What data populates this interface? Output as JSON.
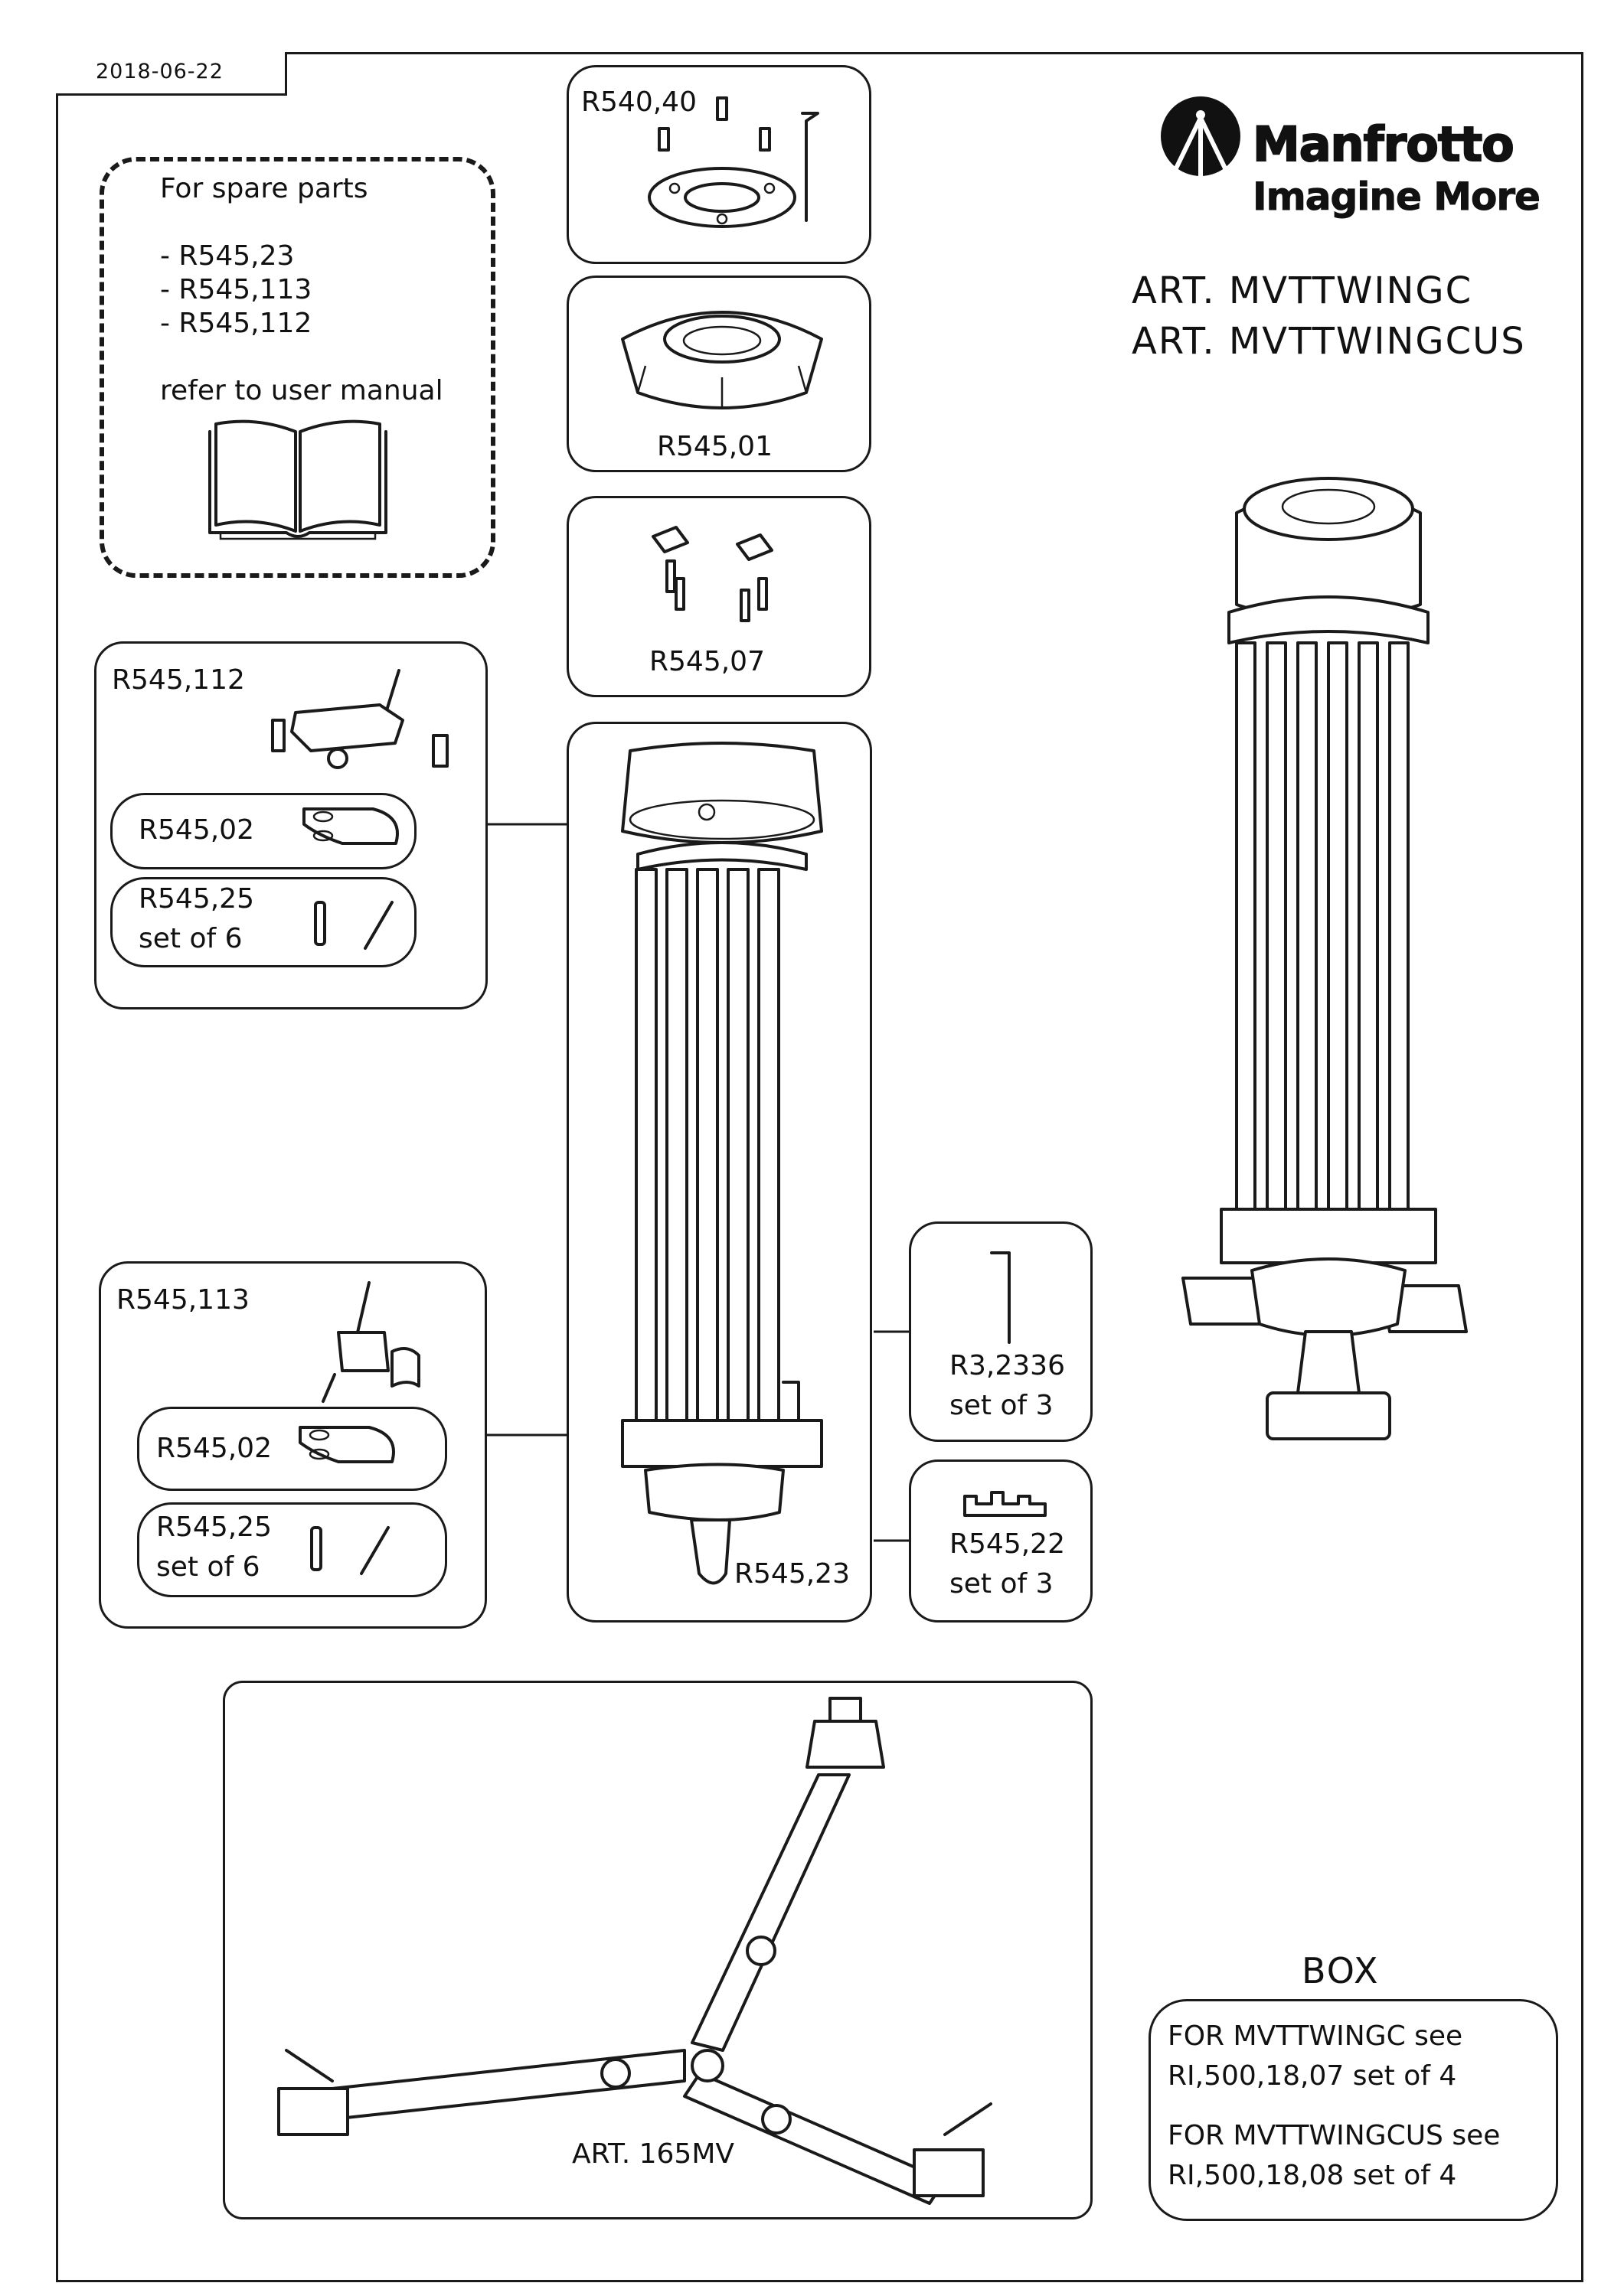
{
  "date": "2018-06-22",
  "notice": {
    "title": "For spare parts",
    "items": [
      "- R545,23",
      "- R545,113",
      "- R545,112"
    ],
    "footer": "refer to user manual"
  },
  "brand": {
    "name": "Manfrotto",
    "tagline": "Imagine More"
  },
  "articles": [
    "ART. MVTTWINGC",
    "ART. MVTTWINGCUS"
  ],
  "parts": {
    "r540_40": "R540,40",
    "r545_01": "R545,01",
    "r545_07": "R545,07",
    "r545_112": "R545,112",
    "r545_02_a": "R545,02",
    "r545_25_a": "R545,25\nset of 6",
    "r545_23": "R545,23",
    "r545_113": "R545,113",
    "r545_02_b": "R545,02",
    "r545_25_b": "R545,25\nset of 6",
    "r3_2336": "R3,2336\nset of 3",
    "r545_22": "R545,22\nset of 3",
    "spreader": "ART. 165MV"
  },
  "box": {
    "title": "BOX",
    "line1": "FOR MVTTWINGC see",
    "line2": "RI,500,18,07 set of 4",
    "line3": "FOR MVTTWINGCUS see",
    "line4": "RI,500,18,08 set of 4"
  },
  "icons": [
    "book-icon",
    "manfrotto-logo",
    "hex-key-icon",
    "screw-icon",
    "tripod-illustration",
    "spreader-illustration"
  ]
}
